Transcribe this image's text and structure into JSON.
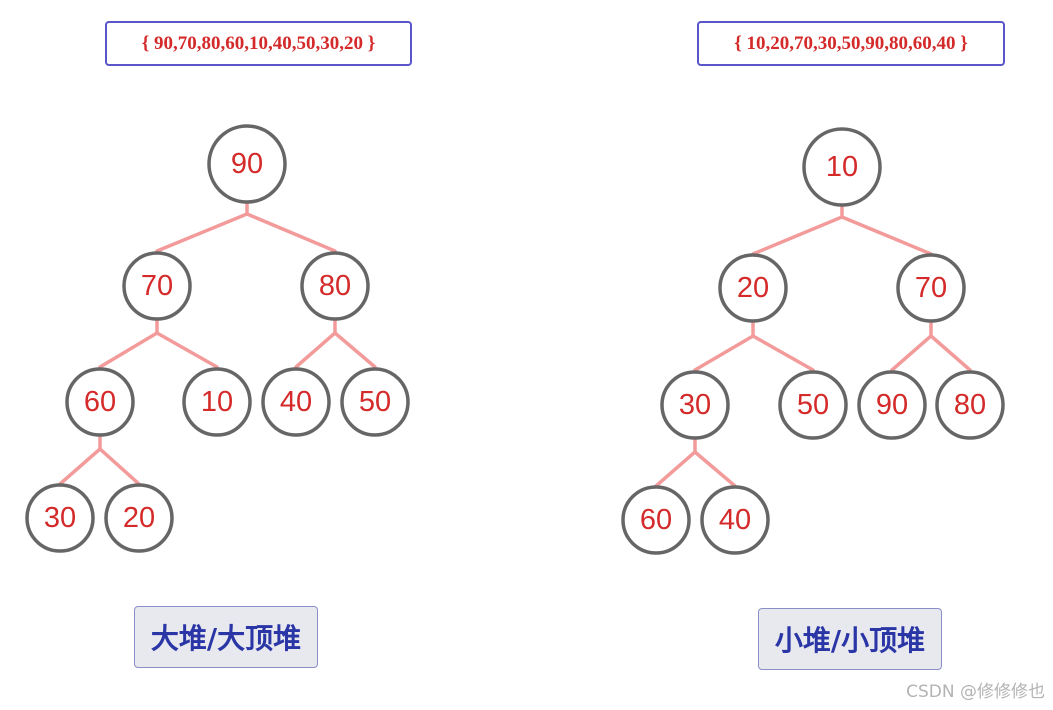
{
  "max_heap": {
    "array_text": "{ 90,70,80,60,10,40,50,30,20 }",
    "caption": "大堆/大顶堆",
    "nodes": [
      "90",
      "70",
      "80",
      "60",
      "10",
      "40",
      "50",
      "30",
      "20"
    ]
  },
  "min_heap": {
    "array_text": "{ 10,20,70,30,50,90,80,60,40 }",
    "caption": "小堆/小顶堆",
    "nodes": [
      "10",
      "20",
      "70",
      "30",
      "50",
      "90",
      "80",
      "60",
      "40"
    ]
  },
  "watermark": "CSDN @修修修也",
  "colors": {
    "node_text": "#d42a2a",
    "node_border": "#666666",
    "edge": "#f39a9a",
    "array_border": "#5a55c8",
    "caption_text": "#2a35a6",
    "caption_bg": "#e8e9ef"
  }
}
